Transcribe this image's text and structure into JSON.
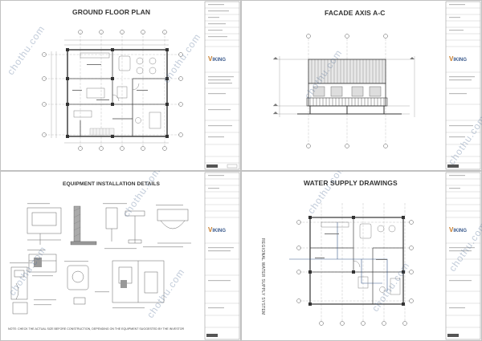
{
  "sheets": [
    {
      "title": "GROUND FLOOR PLAN"
    },
    {
      "title": "FACADE AXIS A-C"
    },
    {
      "title": "EQUIPMENT INSTALLATION DETAILS"
    },
    {
      "title": "WATER SUPPLY DRAWINGS"
    }
  ],
  "title_block": {
    "logo_text": "IKING",
    "logo_mark": "V"
  },
  "notes": {
    "equipment": "NOTE: CHECK THE ACTUAL SIZE BEFORE CONSTRUCTION, DEPENDING ON THE EQUIPMENT SUGGESTED BY THE INVESTOR",
    "water_vertical": "REGIONAL WATER SUPPLY SYSTEM"
  },
  "watermark": {
    "text": "chothu.com"
  }
}
